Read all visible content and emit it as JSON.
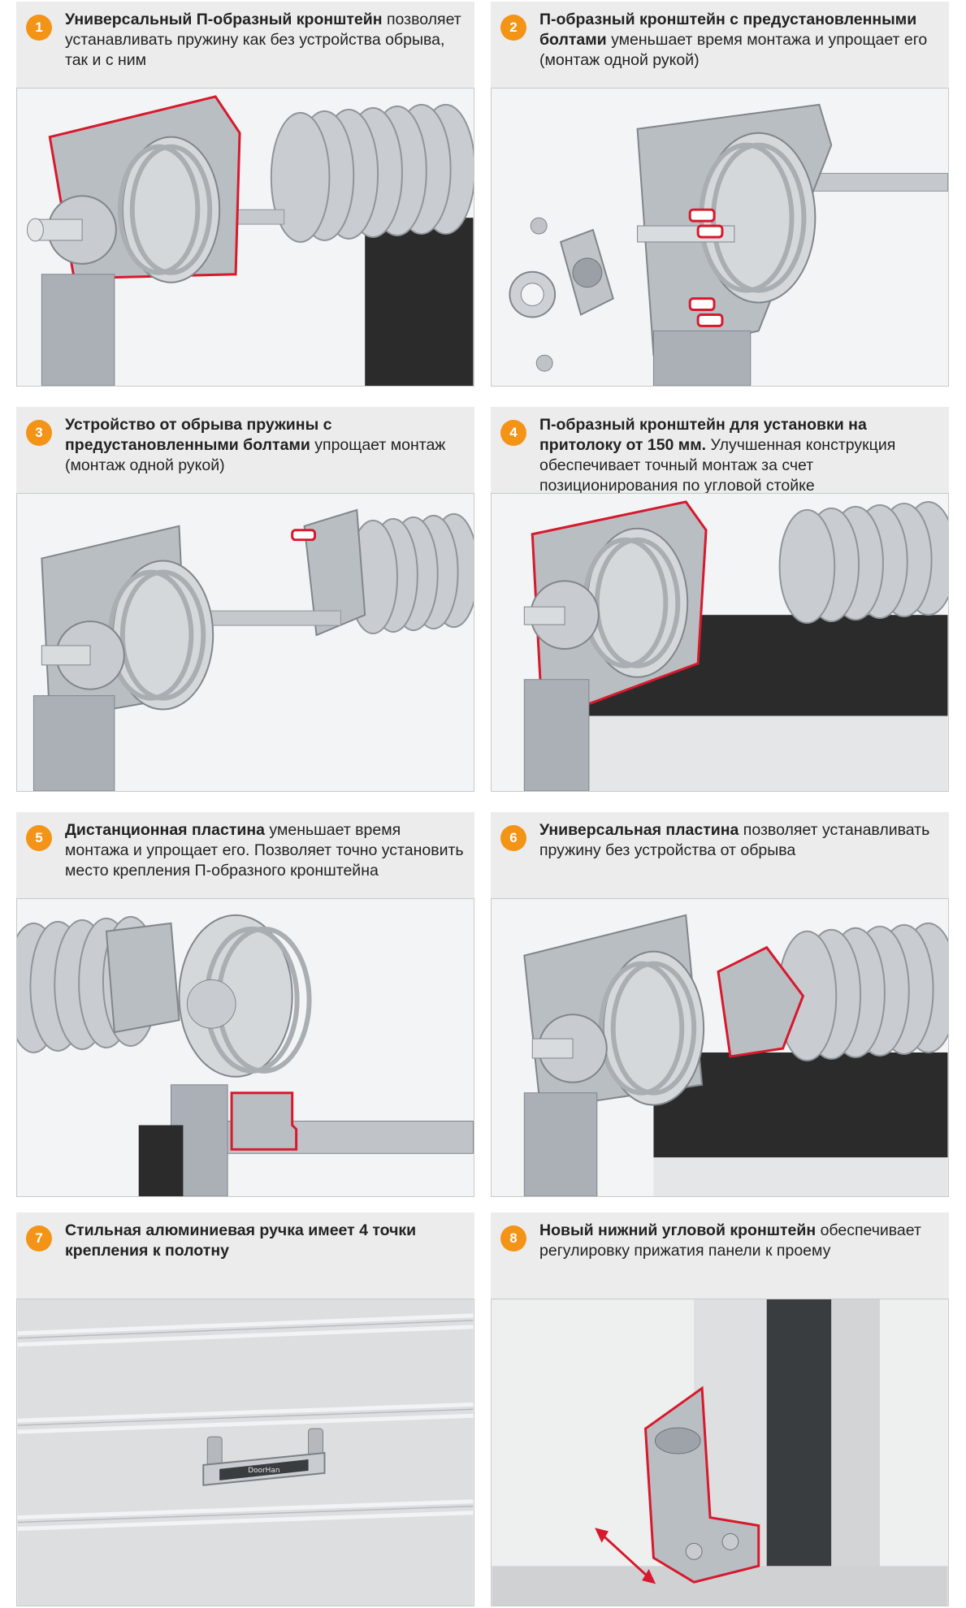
{
  "colors": {
    "badge": "#f39417",
    "header_bg": "#ececec",
    "outline": "#d7192d",
    "metal": "#b9bec3",
    "spring": "#c9cdd1",
    "panel_dark": "#2b2b2b"
  },
  "items": [
    {
      "number": "1",
      "bold": "Универсальный П-образный кронштейн",
      "text": " позволяет устанавливать пружину как без устройства обрыва, так и с ним"
    },
    {
      "number": "2",
      "bold": "П-образный кронштейн с предустановленными болтами",
      "text": " уменьшает время монтажа и упрощает его (монтаж одной рукой)"
    },
    {
      "number": "3",
      "bold": "Устройство от обрыва пружины с предустановленными болтами",
      "text": " упрощает монтаж (монтаж одной рукой)"
    },
    {
      "number": "4",
      "bold": "П-образный кронштейн для установки на притолоку от 150 мм.",
      "text": " Улучшенная конструкция обеспечивает точный монтаж за счет позиционирования по угловой стойке"
    },
    {
      "number": "5",
      "bold": "Дистанционная пластина",
      "text": " уменьшает время монтажа и упрощает его. Позволяет точно установить место крепления П-образного кронштейна"
    },
    {
      "number": "6",
      "bold": "Универсальная пластина",
      "text": " позволяет устанавливать пружину без устройства от обрыва"
    },
    {
      "number": "7",
      "bold": "Стильная алюминиевая ручка имеет 4 точки крепления к полотну",
      "text": ""
    },
    {
      "number": "8",
      "bold": "Новый нижний угловой кронштейн",
      "text": " обеспечивает регулировку прижатия панели к проему"
    }
  ],
  "handle_logo": "DoorHan"
}
